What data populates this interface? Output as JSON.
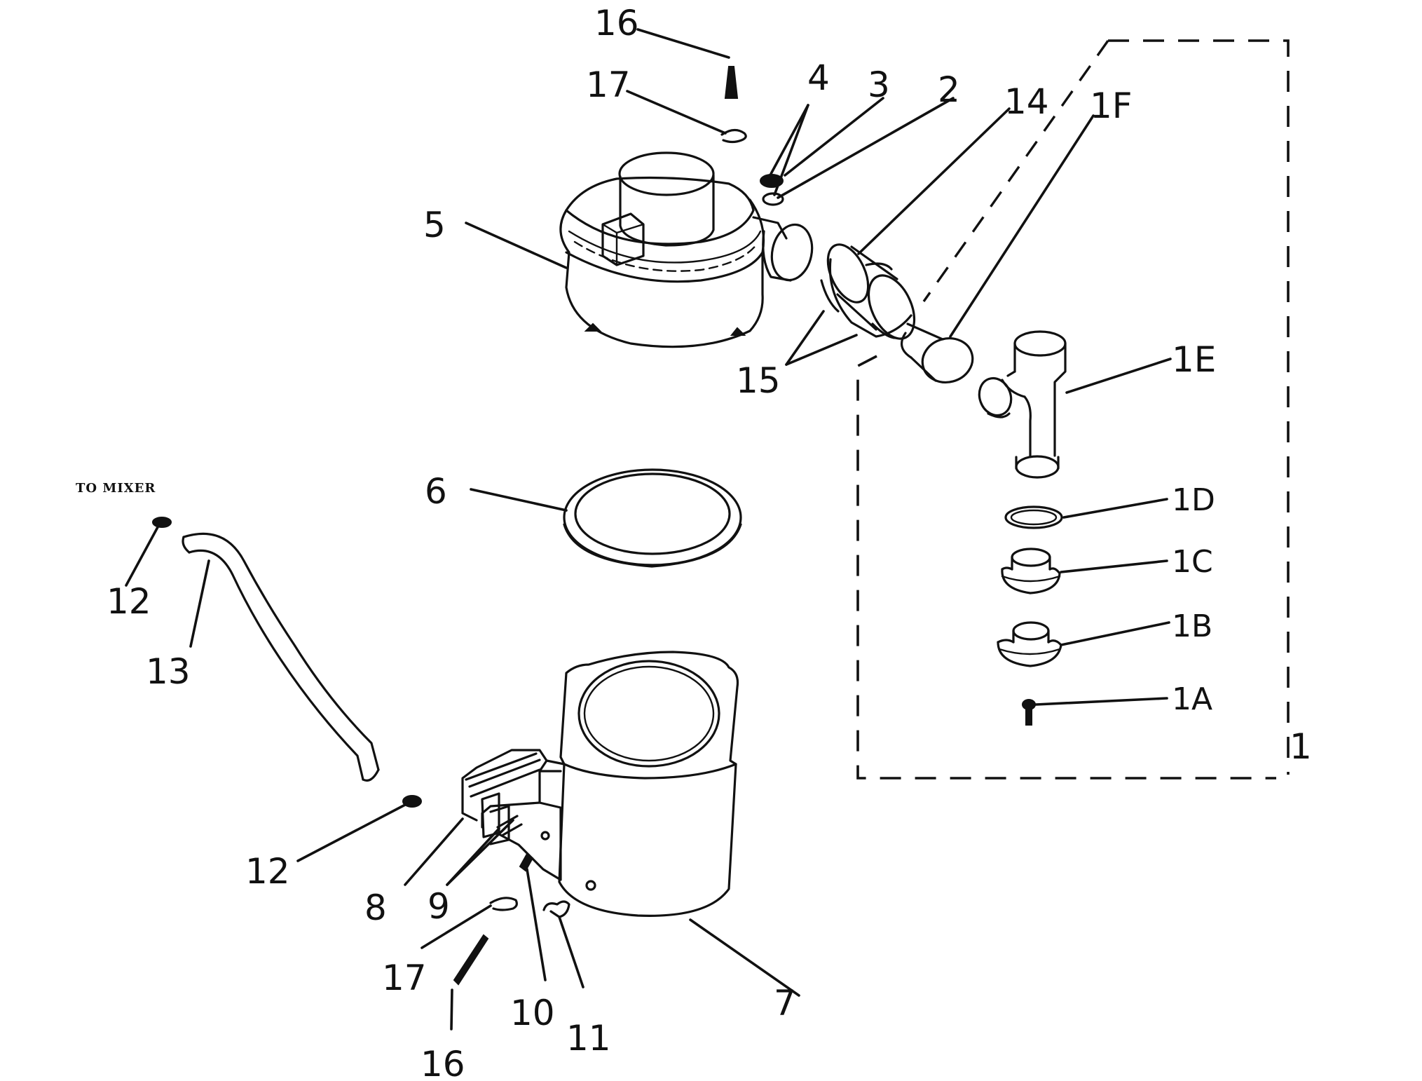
{
  "diagram": {
    "note": "TO MIXER",
    "callouts": {
      "c1": "1",
      "c1a": "1A",
      "c1b": "1B",
      "c1c": "1C",
      "c1d": "1D",
      "c1e": "1E",
      "c1f": "1F",
      "c2": "2",
      "c3": "3",
      "c4": "4",
      "c5": "5",
      "c6": "6",
      "c7": "7",
      "c8": "8",
      "c9": "9",
      "c10": "10",
      "c11": "11",
      "c12a": "12",
      "c12b": "12",
      "c13": "13",
      "c14": "14",
      "c15": "15",
      "c16a": "16",
      "c16b": "16",
      "c17a": "17",
      "c17b": "17"
    }
  }
}
